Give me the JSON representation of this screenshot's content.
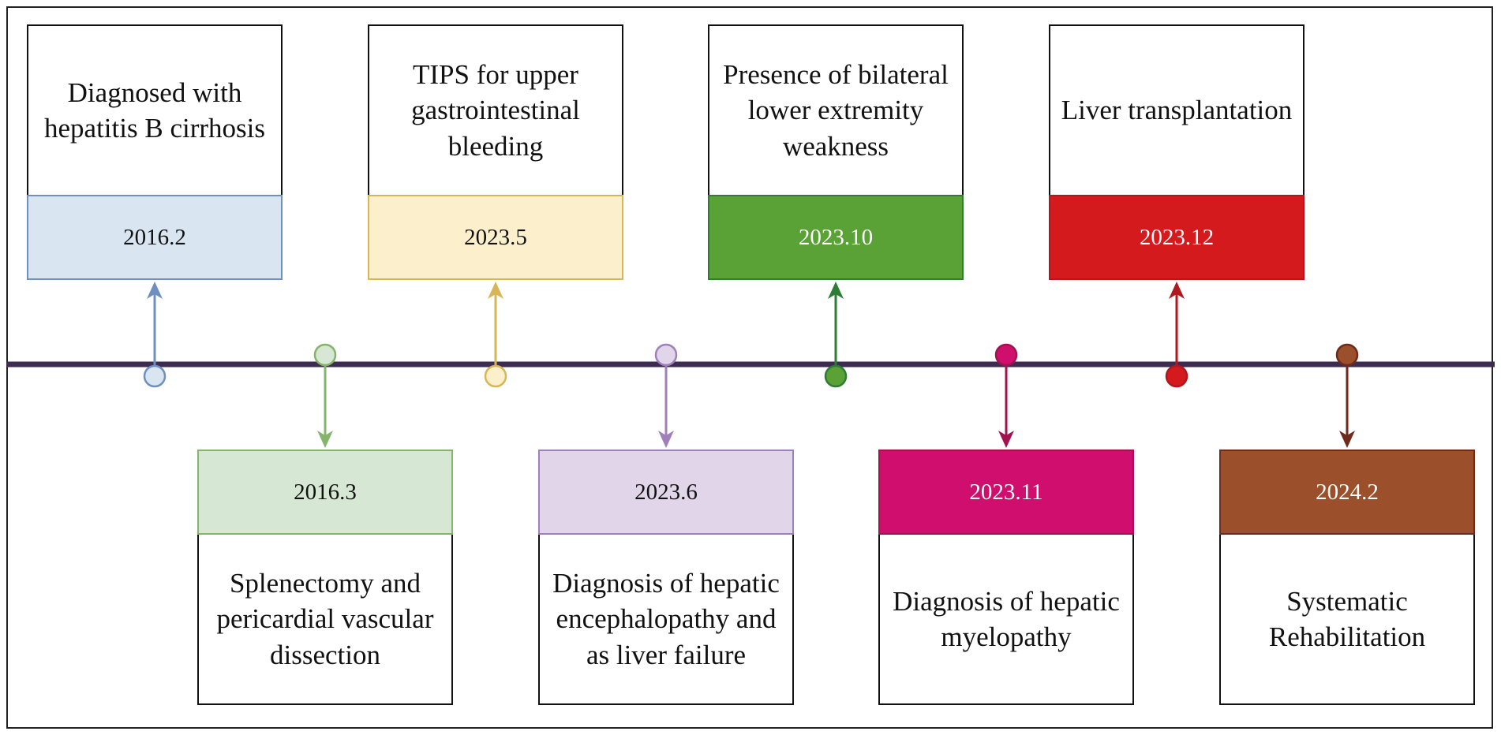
{
  "events": [
    {
      "date": "2016.2",
      "text": "Diagnosed with\nhepatitis B cirrhosis",
      "position": "top",
      "fill": "#dae5f2",
      "stroke": "#6e8fc0",
      "date_color": "#111111"
    },
    {
      "date": "2016.3",
      "text": "Splenectomy and\npericardial vascular\ndissection",
      "position": "bottom",
      "fill": "#d6e8d3",
      "stroke": "#85b46b",
      "date_color": "#111111"
    },
    {
      "date": "2023.5",
      "text": "TIPS for upper\ngastrointestinal\nbleeding",
      "position": "top",
      "fill": "#fcf0cc",
      "stroke": "#d6b657",
      "date_color": "#111111"
    },
    {
      "date": "2023.6",
      "text": "Diagnosis of hepatic\nencephalopathy and\nas liver failure",
      "position": "bottom",
      "fill": "#e1d6e9",
      "stroke": "#9f80ba",
      "date_color": "#111111"
    },
    {
      "date": "2023.10",
      "text": "Presence of bilateral\nlower extremity\nweakness",
      "position": "top",
      "fill": "#5aa235",
      "stroke": "#2e7c36",
      "date_color": "#ffffff"
    },
    {
      "date": "2023.11",
      "text": "Diagnosis of hepatic\nmyelopathy",
      "position": "bottom",
      "fill": "#cf0e6e",
      "stroke": "#a2124f",
      "date_color": "#ffffff"
    },
    {
      "date": "2023.12",
      "text": "Liver transplantation",
      "position": "top",
      "fill": "#d41a1c",
      "stroke": "#b0181e",
      "date_color": "#ffffff"
    },
    {
      "date": "2024.2",
      "text": "Systematic\nRehabilitation",
      "position": "bottom",
      "fill": "#9b4f2b",
      "stroke": "#6e2a1a",
      "date_color": "#ffffff"
    }
  ],
  "colors": {
    "timeline": "#3d2b52",
    "box_border": "#111111"
  }
}
